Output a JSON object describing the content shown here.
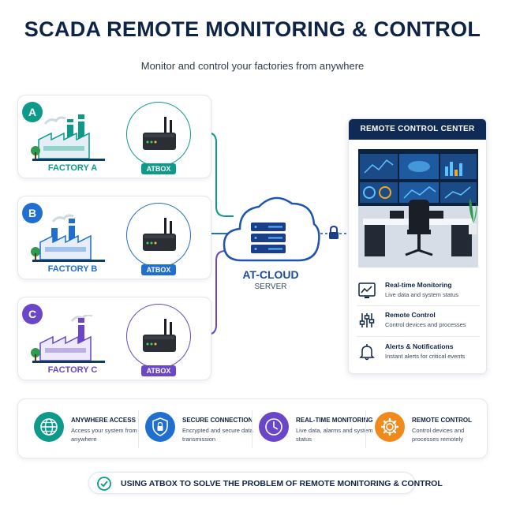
{
  "header": {
    "title": "SCADA REMOTE MONITORING & CONTROL",
    "subtitle": "Monitor and control your factories from anywhere"
  },
  "factories": [
    {
      "badge": "A",
      "name": "FACTORY A",
      "device": "ATBOX",
      "color": "#0d9a8a"
    },
    {
      "badge": "B",
      "name": "FACTORY B",
      "device": "ATBOX",
      "color": "#1f6fd1"
    },
    {
      "badge": "C",
      "name": "FACTORY C",
      "device": "ATBOX",
      "color": "#6a47c8"
    }
  ],
  "cloud": {
    "title": "AT-CLOUD",
    "subtitle": "SERVER"
  },
  "control_center": {
    "title": "REMOTE CONTROL CENTER",
    "items": [
      {
        "title": "Real-time Monitoring",
        "desc": "Live data and system status",
        "icon": "line-chart-icon"
      },
      {
        "title": "Remote Control",
        "desc": "Control devices and processes",
        "icon": "sliders-icon"
      },
      {
        "title": "Alerts & Notifications",
        "desc": "Instant alerts for critical events",
        "icon": "bell-icon"
      }
    ]
  },
  "features": [
    {
      "title": "ANYWHERE ACCESS",
      "desc": "Access your system from anywhere",
      "icon": "globe-icon",
      "color": "#0d9a8a"
    },
    {
      "title": "SECURE CONNECTION",
      "desc": "Encrypted and secure data transmission",
      "icon": "shield-icon",
      "color": "#1f6fd1"
    },
    {
      "title": "REAL-TIME MONITORING",
      "desc": "Live data,  alarms and system status",
      "icon": "clock-icon",
      "color": "#6a47c8"
    },
    {
      "title": "REMOTE CONTROL",
      "desc": "Control devices and processes remotely",
      "icon": "gear-icon",
      "color": "#f08a1c"
    }
  ],
  "footer": {
    "text": "USING ATBOX TO SOLVE THE PROBLEM OF REMOTE MONITORING & CONTROL"
  }
}
